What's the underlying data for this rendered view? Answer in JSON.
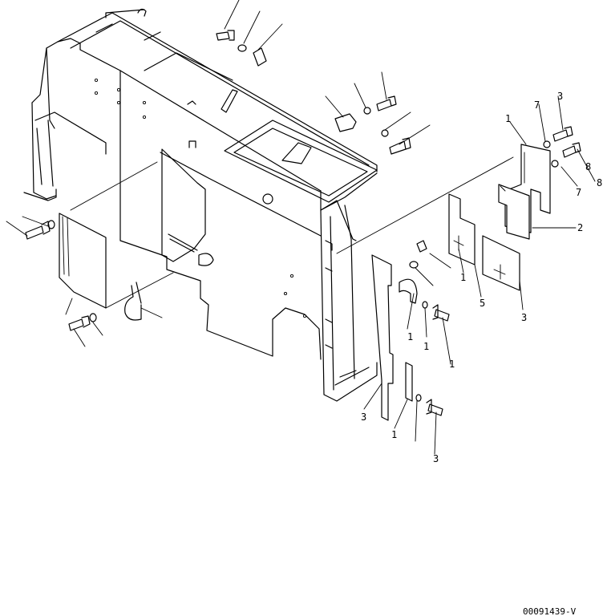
{
  "drawing_code": "00091439-V",
  "callouts": {
    "c01": "3",
    "c02": "7",
    "c03": "8",
    "c04": "7",
    "c05": "8",
    "c06": "1",
    "c07": "2",
    "c08": "1",
    "c09": "5",
    "c10": "3",
    "c11": "1",
    "c12": "1",
    "c13": "1",
    "c14": "3",
    "c15": "1",
    "c16": "3"
  }
}
